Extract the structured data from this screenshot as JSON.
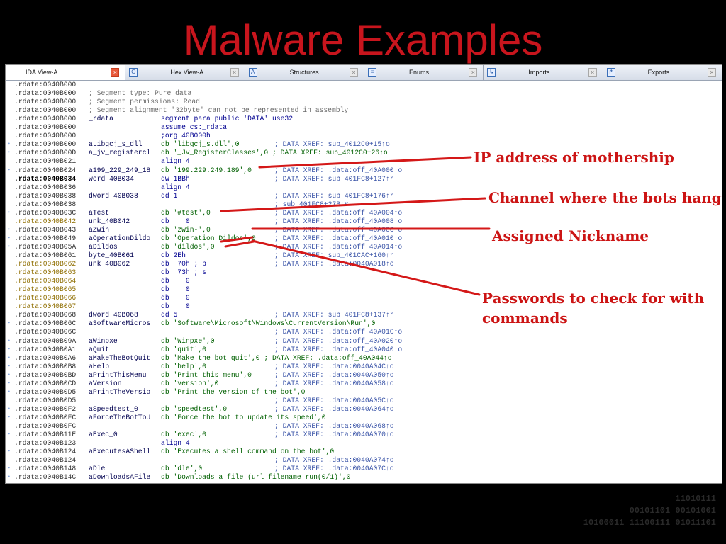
{
  "slide": {
    "title": "Malware Examples",
    "annotations": [
      {
        "text": "IP address of mothership"
      },
      {
        "text": "Channel where the bots hang"
      },
      {
        "text": "Assigned Nickname"
      },
      {
        "text": "Passwords to check for with commands"
      }
    ],
    "binary_lines": [
      "11010111",
      "00101101 00101001",
      "10100011 11100111 01011101"
    ]
  },
  "ida": {
    "tabs": [
      {
        "label": "IDA View-A",
        "icon": "ida-view-icon",
        "active": true
      },
      {
        "label": "Hex View-A",
        "icon": "hex-view-icon",
        "active": false
      },
      {
        "label": "Structures",
        "icon": "structures-icon",
        "active": false
      },
      {
        "label": "Enums",
        "icon": "enums-icon",
        "active": false
      },
      {
        "label": "Imports",
        "icon": "imports-icon",
        "active": false
      },
      {
        "label": "Exports",
        "icon": "exports-icon",
        "active": false
      }
    ],
    "lines": [
      {
        "a": ".rdata:0040B000",
        "g": false
      },
      {
        "a": ".rdata:0040B000",
        "t": "; Segment type: Pure data",
        "g": false
      },
      {
        "a": ".rdata:0040B000",
        "t": "; Segment permissions: Read",
        "g": false
      },
      {
        "a": ".rdata:0040B000",
        "t": "; Segment alignment '32byte' can not be represented in assembly",
        "g": false
      },
      {
        "a": ".rdata:0040B000",
        "l": "_rdata",
        "i": "segment para public 'DATA' use32",
        "g": false
      },
      {
        "a": ".rdata:0040B000",
        "i": "assume cs:_rdata",
        "g": false
      },
      {
        "a": ".rdata:0040B000",
        "i": ";org 40B000h",
        "g": false
      },
      {
        "a": ".rdata:0040B000",
        "l": "aLibgcj_s_dll",
        "i": "db 'libgcj_s.dll',0",
        "c": "; DATA XREF: sub_4012C0+15↑o",
        "g": true
      },
      {
        "a": ".rdata:0040B00D",
        "l": "a_jv_registercl",
        "i": "db '_Jv_RegisterClasses',0 ; DATA XREF: sub_4012C0+26↑o",
        "g": true
      },
      {
        "a": ".rdata:0040B021",
        "i": "align 4",
        "g": false
      },
      {
        "a": ".rdata:0040B024",
        "l": "a199_229_249_18",
        "i": "db '199.229.249.189',0",
        "c": "; DATA XREF: .data:off_40A000↑o",
        "g": true
      },
      {
        "a": ".rdata:0040B034",
        "l": "word_40B034",
        "i": "dw 1BBh",
        "c": "; DATA XREF: sub_401FC8+127↑r",
        "g": false,
        "bold": true
      },
      {
        "a": ".rdata:0040B036",
        "i": "align 4",
        "g": false
      },
      {
        "a": ".rdata:0040B038",
        "l": "dword_40B038",
        "i": "dd 1",
        "c": "; DATA XREF: sub_401FC8+176↑r",
        "g": false
      },
      {
        "a": ".rdata:0040B038",
        "c": "; sub_401FC8+27B↑r",
        "g": false
      },
      {
        "a": ".rdata:0040B03C",
        "l": "aTest",
        "i": "db '#test',0",
        "c": "; DATA XREF: .data:off_40A004↑o",
        "g": true
      },
      {
        "a": ".rdata:0040B042",
        "l": "unk_40B042",
        "i": "db    0",
        "c": "; DATA XREF: .data:off_40A008↑o",
        "g": false,
        "hl": true
      },
      {
        "a": ".rdata:0040B043",
        "l": "aZwin",
        "i": "db 'zwin-',0",
        "c": "; DATA XREF: .data:off_40A00C↑o",
        "g": true
      },
      {
        "a": ".rdata:0040B049",
        "l": "aOperationDildo",
        "i": "db 'Operation Dildos',0",
        "c": "; DATA XREF: .data:off_40A010↑o",
        "g": true
      },
      {
        "a": ".rdata:0040B05A",
        "l": "aDildos",
        "i": "db 'dildos',0",
        "c": "; DATA XREF: .data:off_40A014↑o",
        "g": true
      },
      {
        "a": ".rdata:0040B061",
        "l": "byte_40B061",
        "i": "db 2Eh",
        "c": "; DATA XREF: sub_401CAC+160↑r",
        "g": false
      },
      {
        "a": ".rdata:0040B062",
        "l": "unk_40B062",
        "i": "db  70h ; p",
        "c": "; DATA XREF: .data:0040A018↑o",
        "g": false,
        "hl": true
      },
      {
        "a": ".rdata:0040B063",
        "i": "db  73h ; s",
        "g": false,
        "hl": true
      },
      {
        "a": ".rdata:0040B064",
        "i": "db    0",
        "g": false,
        "hl": true
      },
      {
        "a": ".rdata:0040B065",
        "i": "db    0",
        "g": false,
        "hl": true
      },
      {
        "a": ".rdata:0040B066",
        "i": "db    0",
        "g": false,
        "hl": true
      },
      {
        "a": ".rdata:0040B067",
        "i": "db    0",
        "g": false,
        "hl": true
      },
      {
        "a": ".rdata:0040B068",
        "l": "dword_40B068",
        "i": "dd 5",
        "c": "; DATA XREF: sub_401FC8+137↑r",
        "g": false
      },
      {
        "a": ".rdata:0040B06C",
        "l": "aSoftwareMicros",
        "i": "db 'Software\\Microsoft\\Windows\\CurrentVersion\\Run',0",
        "g": true
      },
      {
        "a": ".rdata:0040B06C",
        "c": "; DATA XREF: .data:off_40A01C↑o",
        "g": false
      },
      {
        "a": ".rdata:0040B09A",
        "l": "aWinpxe",
        "i": "db 'Winpxe',0",
        "c": "; DATA XREF: .data:off_40A020↑o",
        "g": true
      },
      {
        "a": ".rdata:0040B0A1",
        "l": "aQuit",
        "i": "db 'quit',0",
        "c": "; DATA XREF: .data:off_40A040↑o",
        "g": true
      },
      {
        "a": ".rdata:0040B0A6",
        "l": "aMakeTheBotQuit",
        "i": "db 'Make the bot quit',0 ; DATA XREF: .data:off_40A044↑o",
        "g": true
      },
      {
        "a": ".rdata:0040B0B8",
        "l": "aHelp",
        "i": "db 'help',0",
        "c": "; DATA XREF: .data:0040A04C↑o",
        "g": true
      },
      {
        "a": ".rdata:0040B0BD",
        "l": "aPrintThisMenu",
        "i": "db 'Print this menu',0",
        "c": "; DATA XREF: .data:0040A050↑o",
        "g": true
      },
      {
        "a": ".rdata:0040B0CD",
        "l": "aVersion",
        "i": "db 'version',0",
        "c": "; DATA XREF: .data:0040A058↑o",
        "g": true
      },
      {
        "a": ".rdata:0040B0D5",
        "l": "aPrintTheVersio",
        "i": "db 'Print the version of the bot',0",
        "g": true
      },
      {
        "a": ".rdata:0040B0D5",
        "c": "; DATA XREF: .data:0040A05C↑o",
        "g": false
      },
      {
        "a": ".rdata:0040B0F2",
        "l": "aSpeedtest_0",
        "i": "db 'speedtest',0",
        "c": "; DATA XREF: .data:0040A064↑o",
        "g": true
      },
      {
        "a": ".rdata:0040B0FC",
        "l": "aForceTheBotToU",
        "i": "db 'Force the bot to update its speed',0",
        "g": true
      },
      {
        "a": ".rdata:0040B0FC",
        "c": "; DATA XREF: .data:0040A068↑o",
        "g": false
      },
      {
        "a": ".rdata:0040B11E",
        "l": "aExec_0",
        "i": "db 'exec',0",
        "c": "; DATA XREF: .data:0040A070↑o",
        "g": true
      },
      {
        "a": ".rdata:0040B123",
        "i": "align 4",
        "g": false
      },
      {
        "a": ".rdata:0040B124",
        "l": "aExecutesAShell",
        "i": "db 'Executes a shell command on the bot',0",
        "g": true
      },
      {
        "a": ".rdata:0040B124",
        "c": "; DATA XREF: .data:0040A074↑o",
        "g": false
      },
      {
        "a": ".rdata:0040B148",
        "l": "aDle",
        "i": "db 'dle',0",
        "c": "; DATA XREF: .data:0040A07C↑o",
        "g": true
      },
      {
        "a": ".rdata:0040B14C",
        "l": "aDownloadsAFile",
        "i": "db 'Downloads a file (url filename run(0/1)',0",
        "g": true
      }
    ]
  }
}
